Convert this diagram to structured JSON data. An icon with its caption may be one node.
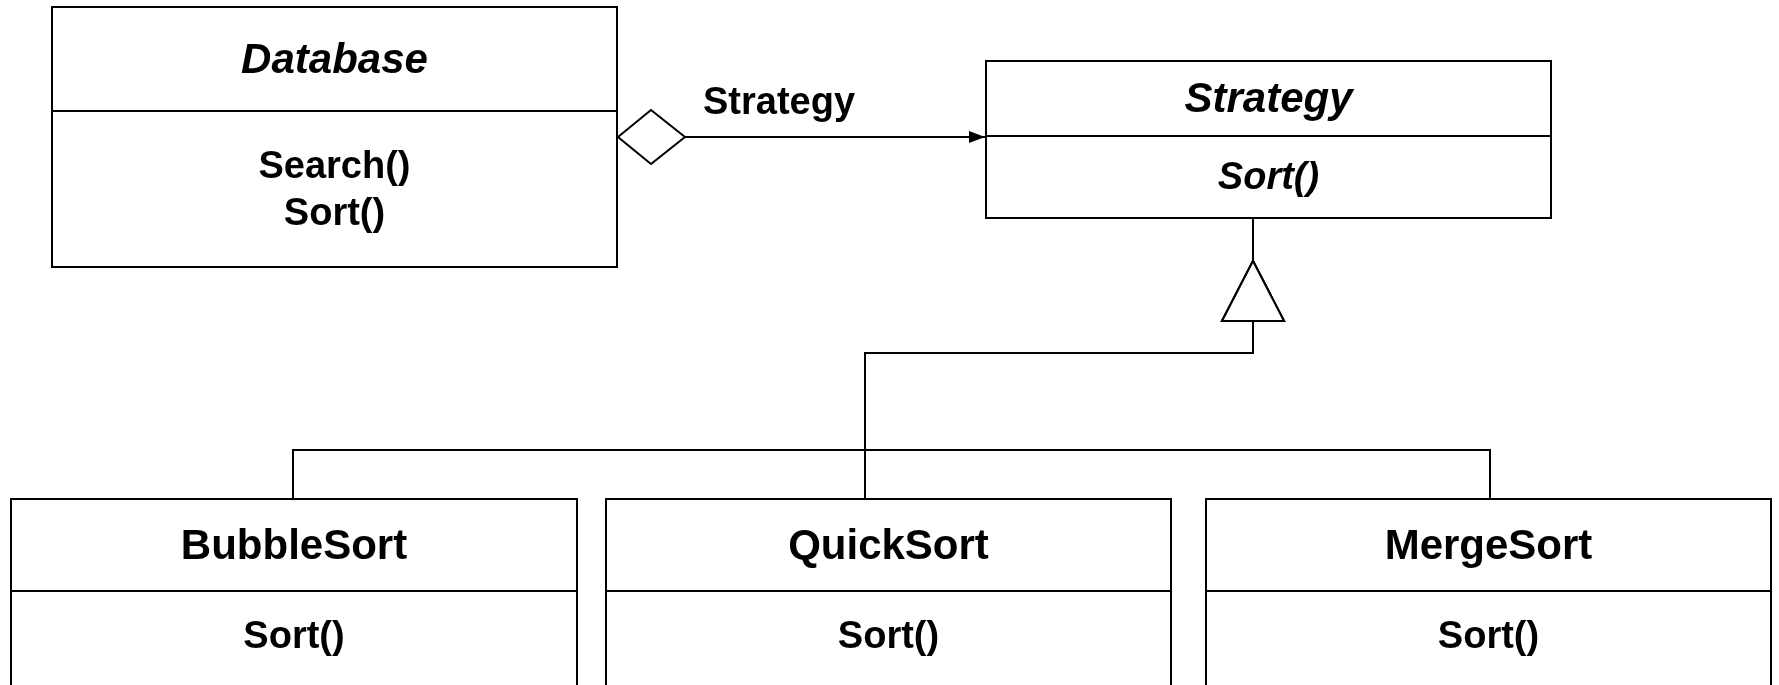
{
  "diagram": {
    "nodes": [
      {
        "text": [
          "Database",
          "Search()",
          "Sort()"
        ]
      },
      {
        "text": [
          "Strategy",
          "Sort()"
        ]
      },
      {
        "text": [
          "BubbleSort",
          "Sort()"
        ]
      },
      {
        "text": [
          "QuickSort",
          "Sort()"
        ]
      },
      {
        "text": [
          "MergeSort",
          "Sort()"
        ]
      }
    ],
    "edges": [
      {
        "from": 0,
        "to": 1,
        "arrow": "to",
        "label": "Strategy"
      },
      {
        "from": 2,
        "to": 1,
        "arrow": "to"
      },
      {
        "from": 3,
        "to": 1,
        "arrow": "to"
      },
      {
        "from": 4,
        "to": 1,
        "arrow": "to"
      }
    ]
  }
}
